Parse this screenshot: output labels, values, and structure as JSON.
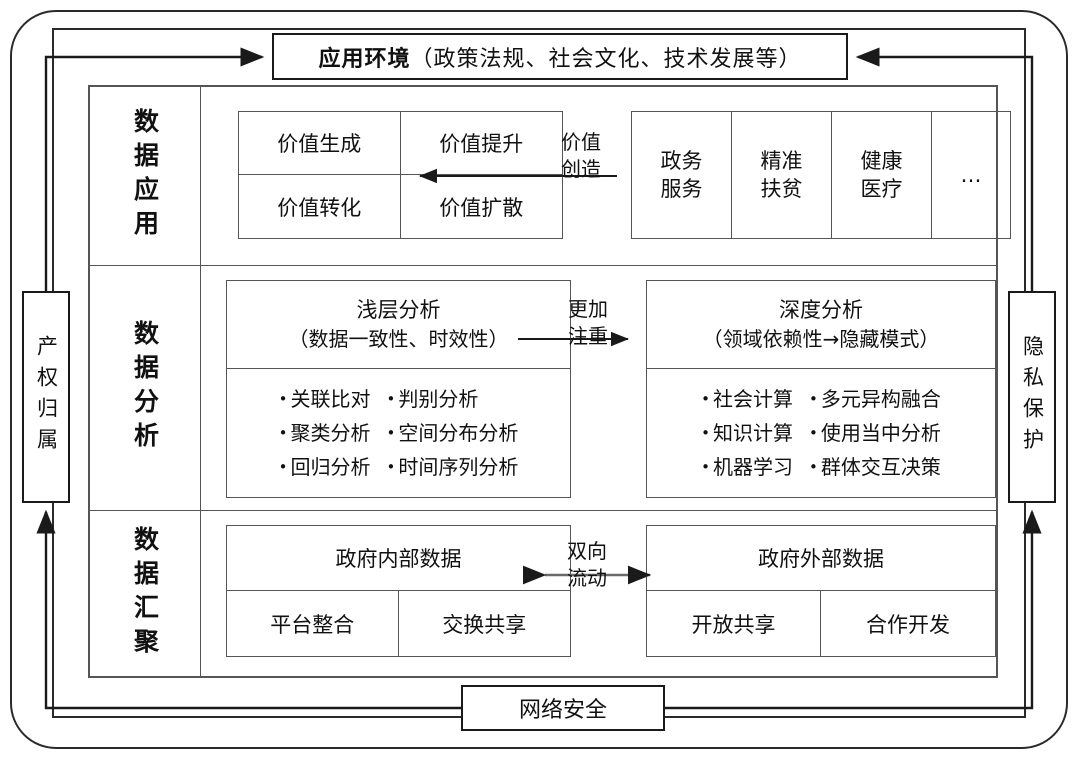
{
  "frame": {
    "banner": {
      "bold_part": "应用环境",
      "rest": "（政策法规、社会文化、技术发展等）"
    },
    "left_pillar": "产权归属",
    "right_pillar": "隐私保护",
    "bottom_pillar": "网络安全"
  },
  "rows": {
    "application": {
      "label": "数据应用",
      "value_cells": [
        "价值生成",
        "价值提升",
        "价值转化",
        "价值扩散"
      ],
      "arrow_label_line1": "价值",
      "arrow_label_line2": "创造",
      "domains": [
        {
          "line1": "政务",
          "line2": "服务"
        },
        {
          "line1": "精准",
          "line2": "扶贫"
        },
        {
          "line1": "健康",
          "line2": "医疗"
        },
        {
          "line1": "…",
          "line2": ""
        }
      ]
    },
    "analysis": {
      "label": "数据分析",
      "arrow_label_line1": "更加",
      "arrow_label_line2": "注重",
      "shallow": {
        "title": "浅层分析",
        "subtitle": "（数据一致性、时效性）",
        "items": [
          "关联比对",
          "判别分析",
          "聚类分析",
          "空间分布分析",
          "回归分析",
          "时间序列分析"
        ]
      },
      "deep": {
        "title": "深度分析",
        "subtitle": "（领域依赖性→隐藏模式）",
        "items": [
          "社会计算",
          "多元异构融合",
          "知识计算",
          "使用当中分析",
          "机器学习",
          "群体交互决策"
        ]
      }
    },
    "aggregation": {
      "label": "数据汇聚",
      "arrow_label_line1": "双向",
      "arrow_label_line2": "流动",
      "internal": {
        "title": "政府内部数据",
        "items": [
          "平台整合",
          "交换共享"
        ]
      },
      "external": {
        "title": "政府外部数据",
        "items": [
          "开放共享",
          "合作开发"
        ]
      }
    }
  },
  "colors": {
    "line_dark": "#1a1a1a",
    "line_mid": "#555555",
    "background": "#ffffff"
  }
}
